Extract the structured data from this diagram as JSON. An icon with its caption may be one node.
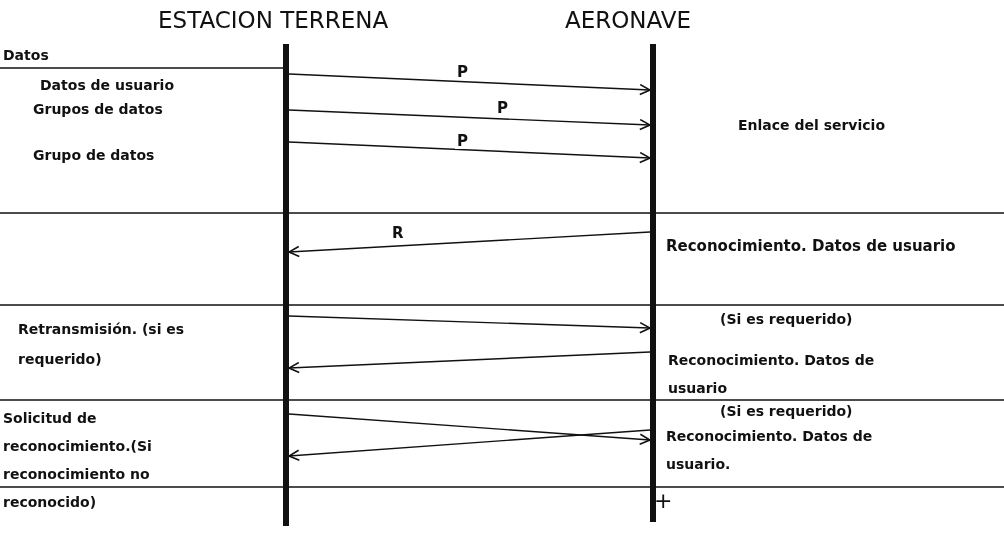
{
  "diagram": {
    "nodes": [
      {
        "text": [],
        "shape": "bar"
      },
      {
        "text": [],
        "shape": "bar"
      }
    ],
    "edges": [
      {
        "from": 0,
        "to": 1,
        "arrow": "to",
        "label": "P"
      },
      {
        "from": 0,
        "to": 1,
        "arrow": "to",
        "label": "P"
      },
      {
        "from": 0,
        "to": 1,
        "arrow": "to",
        "label": "P"
      },
      {
        "from": 1,
        "to": 0,
        "arrow": "to",
        "label": "R"
      },
      {
        "from": 0,
        "to": 1,
        "arrow": "to"
      },
      {
        "from": 1,
        "to": 0,
        "arrow": "to"
      },
      {
        "from": 0,
        "to": 1,
        "arrow": "to"
      },
      {
        "from": 1,
        "to": 0,
        "arrow": "to"
      }
    ],
    "labels": [
      "ESTACION TERRENA",
      "AERONAVE",
      "Datos",
      "Datos de usuario",
      "Grupos de datos",
      "Enlace del servicio",
      "Grupo de datos",
      "Reconocimiento. Datos de usuario",
      "Retransmisión. (si es requerido)",
      "(Si es requerido)",
      "Reconocimiento. Datos de usuario",
      "Solicitud de reconocimiento.(Si reconocimiento no reconocido)",
      "(Si es requerido)",
      "Reconocimiento. Datos de usuario.",
      "+"
    ]
  }
}
